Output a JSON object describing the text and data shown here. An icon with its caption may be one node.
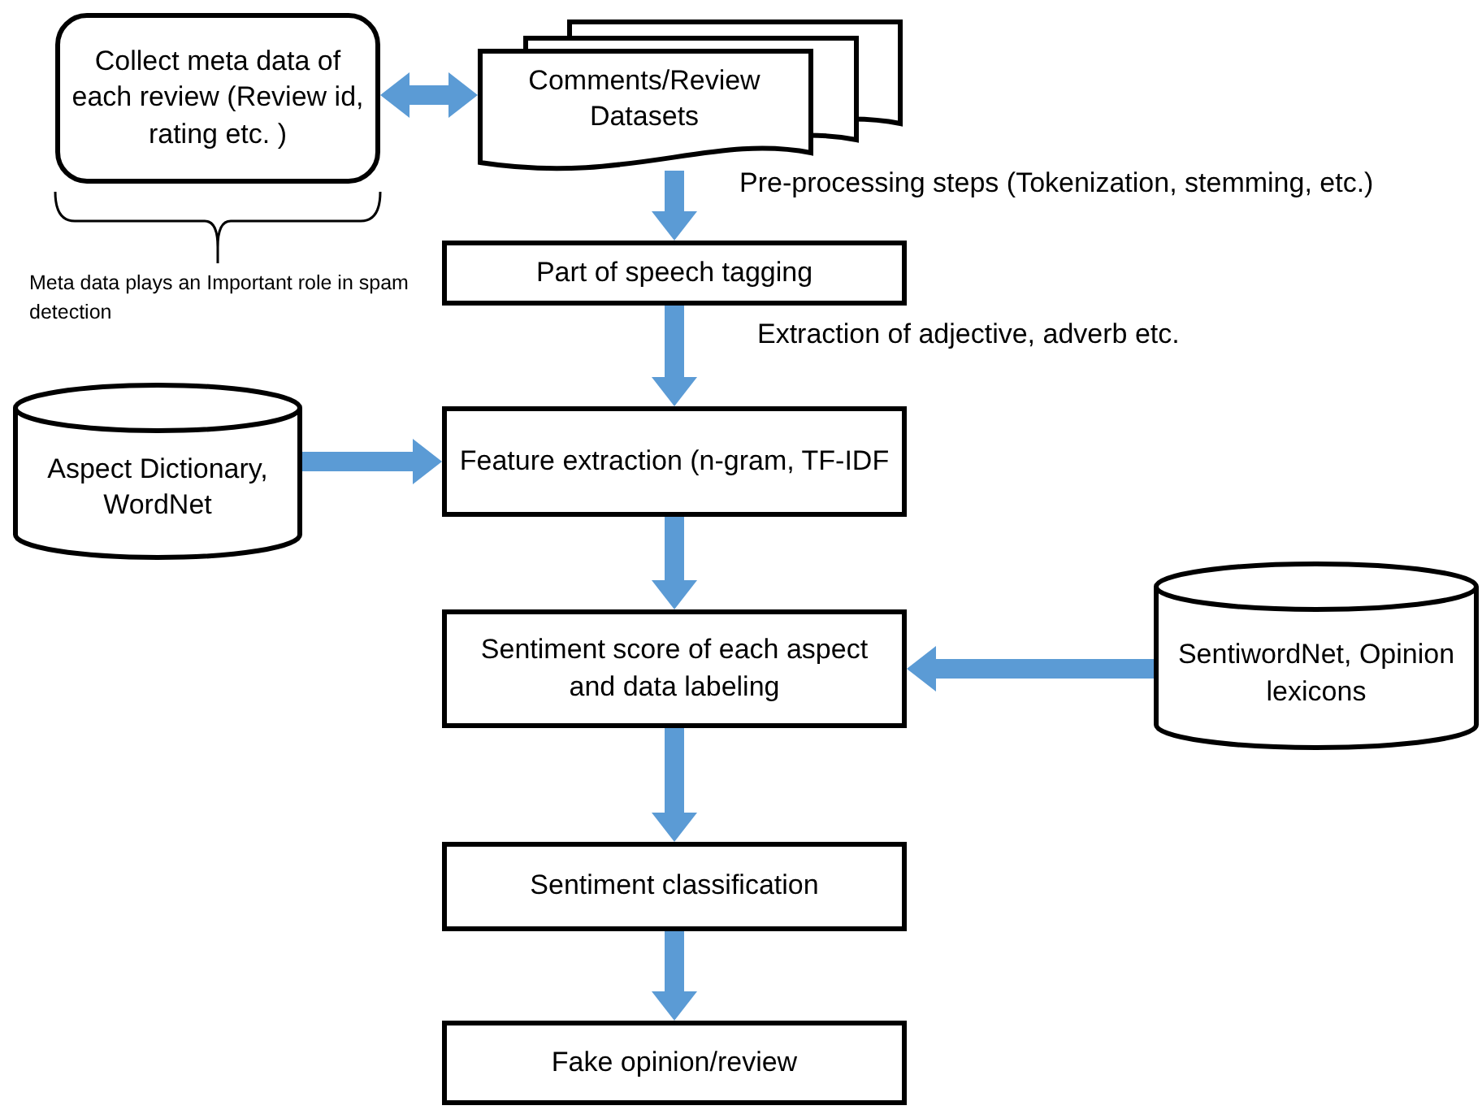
{
  "diagram": {
    "nodes": [
      {
        "text": [
          "Collect meta data of each review  (Review id, rating etc. )"
        ]
      },
      {
        "text": [
          "Comments/Review Datasets"
        ]
      },
      {
        "text": [
          "Part of speech tagging"
        ]
      },
      {
        "text": [
          "Aspect Dictionary, WordNet"
        ]
      },
      {
        "text": [
          "Feature extraction (n-gram, TF-IDF"
        ]
      },
      {
        "text": [
          "Sentiment score of each aspect and data labeling"
        ]
      },
      {
        "text": [
          "SentiwordNet, Opinion lexicons"
        ]
      },
      {
        "text": [
          "Sentiment classification"
        ]
      },
      {
        "text": [
          "Fake opinion/review"
        ]
      }
    ],
    "edges": [
      {
        "from": 0,
        "to": 1,
        "arrow": "both"
      },
      {
        "from": 1,
        "to": 2,
        "arrow": "to",
        "label": "Pre-processing steps (Tokenization, stemming, etc.)"
      },
      {
        "from": 2,
        "to": 4,
        "arrow": "to",
        "label": "Extraction of adjective, adverb etc."
      },
      {
        "from": 3,
        "to": 4,
        "arrow": "to"
      },
      {
        "from": 4,
        "to": 5,
        "arrow": "to"
      },
      {
        "from": 6,
        "to": 5,
        "arrow": "to"
      },
      {
        "from": 5,
        "to": 7,
        "arrow": "to"
      },
      {
        "from": 7,
        "to": 8,
        "arrow": "to"
      }
    ],
    "labels": [
      "Meta data plays an Important role in spam detection"
    ]
  }
}
